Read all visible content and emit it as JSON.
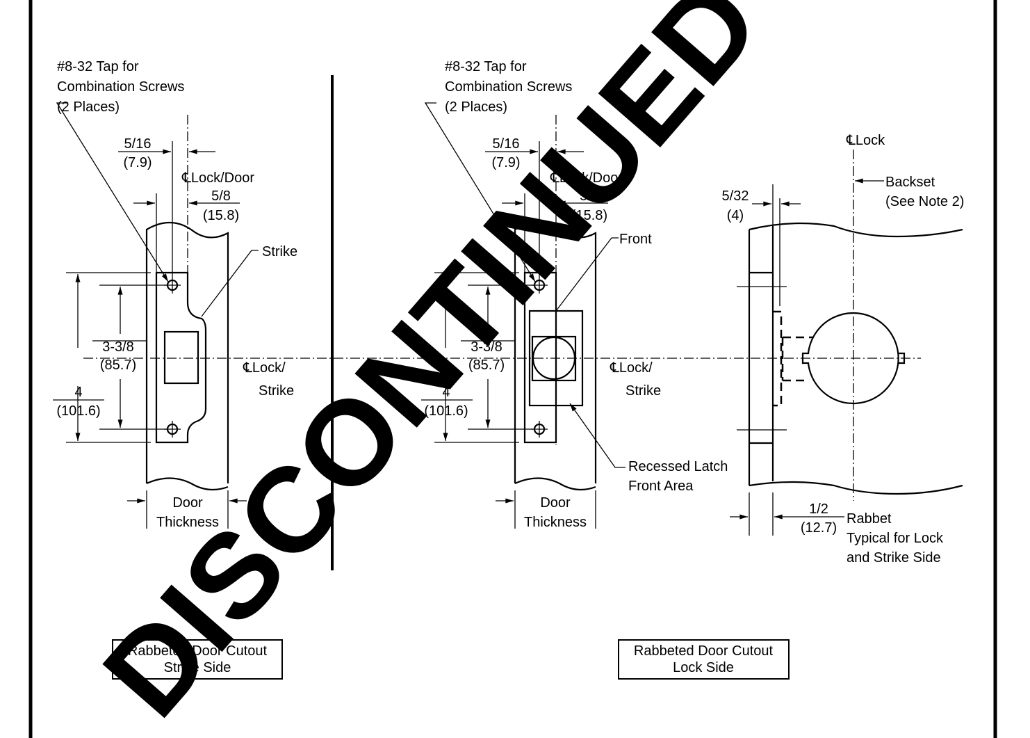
{
  "strike_view": {
    "tap_note": [
      "#8-32 Tap for",
      "Combination Screws",
      "(2 Places)"
    ],
    "dim_5_16": "5/16",
    "dim_5_16_mm": "(7.9)",
    "cl_lock_door": "℄Lock/Door",
    "dim_5_8": "5/8",
    "dim_5_8_mm": "(15.8)",
    "strike_label": "Strike",
    "dim_3_3_8": "3-3/8",
    "dim_3_3_8_mm": "(85.7)",
    "dim_4": "4",
    "dim_4_mm": "(101.6)",
    "cl_lock_strike": [
      "℄Lock/",
      "Strike"
    ],
    "door_thickness": [
      "Door",
      "Thickness"
    ],
    "caption": [
      "Rabbeted Door Cutout",
      "Strike Side"
    ]
  },
  "lock_view": {
    "tap_note": [
      "#8-32 Tap for",
      "Combination Screws",
      "(2 Places)"
    ],
    "dim_5_16": "5/16",
    "dim_5_16_mm": "(7.9)",
    "cl_lock_door": "℄Lock/Door",
    "dim_5_8": "5/8",
    "dim_5_8_mm": "(15.8)",
    "front_label": "Front",
    "dim_3_3_8": "3-3/8",
    "dim_3_3_8_mm": "(85.7)",
    "dim_4": "4",
    "dim_4_mm": "(101.6)",
    "cl_lock_strike": [
      "℄Lock/",
      "Strike"
    ],
    "recessed_label": [
      "Recessed Latch",
      "Front Area"
    ],
    "door_thickness": [
      "Door",
      "Thickness"
    ],
    "caption": [
      "Rabbeted Door Cutout",
      "Lock Side"
    ]
  },
  "edge_view": {
    "cl_lock": "℄Lock",
    "backset": [
      "Backset",
      "(See Note 2)"
    ],
    "dim_5_32": "5/32",
    "dim_5_32_mm": "(4)",
    "dim_1_2": "1/2",
    "dim_1_2_mm": "(12.7)",
    "rabbet_note": [
      "Rabbet",
      "Typical for Lock",
      "and Strike Side"
    ]
  },
  "watermark": "DISCONTINUED"
}
